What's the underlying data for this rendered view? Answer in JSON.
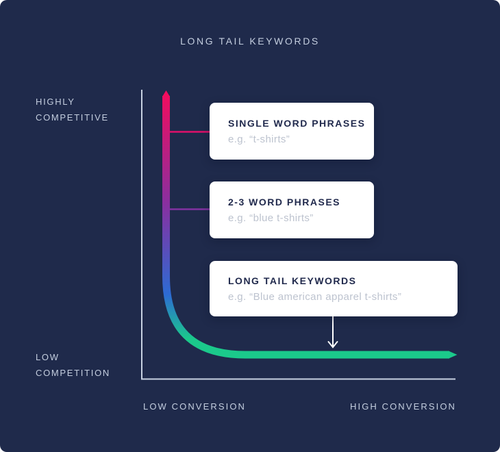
{
  "palette": {
    "page_background": "#FFFFFF",
    "card_background": "#1F2A4B",
    "label_text": "#C4CEDF",
    "box_background": "#FFFFFF",
    "box_title_text": "#212A4D",
    "box_example_text": "#BDC3CF",
    "axis_line": "#C8D2E2",
    "curve_top_pink": "#F20D5E",
    "curve_purple": "#8A2F9F",
    "curve_blue": "#2D6BD4",
    "curve_green": "#1BC98B",
    "connector_pink": "#E0106B",
    "connector_purple": "#8233A2",
    "arrow_white": "#FFFFFF"
  },
  "title": "LONG TAIL KEYWORDS",
  "axis_labels": {
    "top_left": [
      "HIGHLY",
      "COMPETITIVE"
    ],
    "bottom_left": [
      "LOW",
      "COMPETITION"
    ],
    "x_left": "LOW CONVERSION",
    "x_right": "HIGH CONVERSION"
  },
  "callouts": [
    {
      "title": "SINGLE WORD PHRASES",
      "example": "e.g. “t-shirts”"
    },
    {
      "title": "2-3 WORD PHRASES",
      "example": "e.g. “blue t-shirts”"
    },
    {
      "title": "LONG TAIL KEYWORDS",
      "example": "e.g. “Blue american apparel t-shirts”"
    }
  ]
}
